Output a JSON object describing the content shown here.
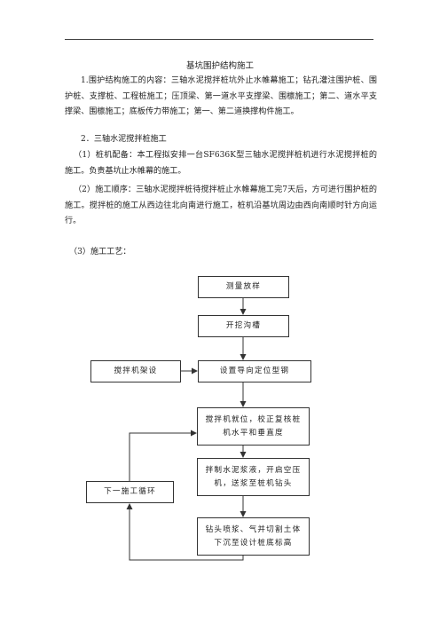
{
  "document": {
    "title": "基坑围护结构施工",
    "paragraphs": [
      "1.围护结构施工的内容：三轴水泥搅拌桩坑外止水帷幕施工；钻孔灌注围护桩、围护桩、支撑桩、工程桩施工；压顶梁、第一道水平支撑梁、围檩施工；第二、道水平支撑梁、围檩施工；底板传力带施工；第一、第二道换撑构件施工。",
      "2．三轴水泥搅拌桩施工",
      "（1）桩机配备：本工程拟安排一台SF636K型三轴水泥搅拌桩机进行水泥搅拌桩的施工。负责基坑止水帷幕的施工。",
      "（2）施工顺序：三轴水泥搅拌桩待搅拌桩止水帷幕施工完7天后，方可进行围护桩的施工。搅拌桩的施工从西边往北向南进行施工，桩机沿基坑周边由西向南顺时针方向运行。",
      "（3）施工工艺："
    ]
  },
  "flowchart": {
    "steps": {
      "survey": "测量放样",
      "trench": "开挖沟槽",
      "guide": "设置导向定位型钢",
      "rig": "搅拌机架设",
      "position": "搅拌机就位，校正复核桩机水平和垂直度",
      "mix": "拌制水泥浆液，开启空压机，送浆至桩机钻头",
      "next": "下一施工循环",
      "drill": "钻头喷浆、气并切割土体下沉至设计桩底标高"
    }
  }
}
